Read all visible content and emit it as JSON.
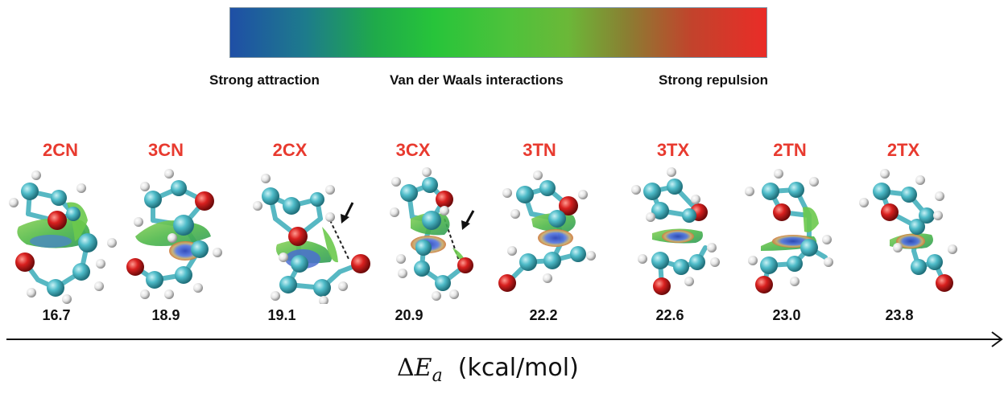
{
  "legend": {
    "left_label": "Strong attraction",
    "middle_label": "Van der Waals interactions",
    "right_label": "Strong repulsion"
  },
  "conformers": [
    {
      "name": "2CN",
      "value": "16.7"
    },
    {
      "name": "3CN",
      "value": "18.9"
    },
    {
      "name": "2CX",
      "value": "19.1"
    },
    {
      "name": "3CX",
      "value": "20.9"
    },
    {
      "name": "3TN",
      "value": "22.2"
    },
    {
      "name": "3TX",
      "value": "22.6"
    },
    {
      "name": "2TN",
      "value": "23.0"
    },
    {
      "name": "2TX",
      "value": "23.8"
    }
  ],
  "axis": {
    "delta": "Δ",
    "E": "E",
    "subscript": "a",
    "unit": "(kcal/mol)"
  },
  "colors": {
    "name_color": "#e83a2f",
    "carbon": "#45b4c2",
    "oxygen": "#d0191b",
    "hydrogen": "#e6e6e6",
    "surface_green": "#5cc04a",
    "surface_blue": "#3a5fc8"
  }
}
